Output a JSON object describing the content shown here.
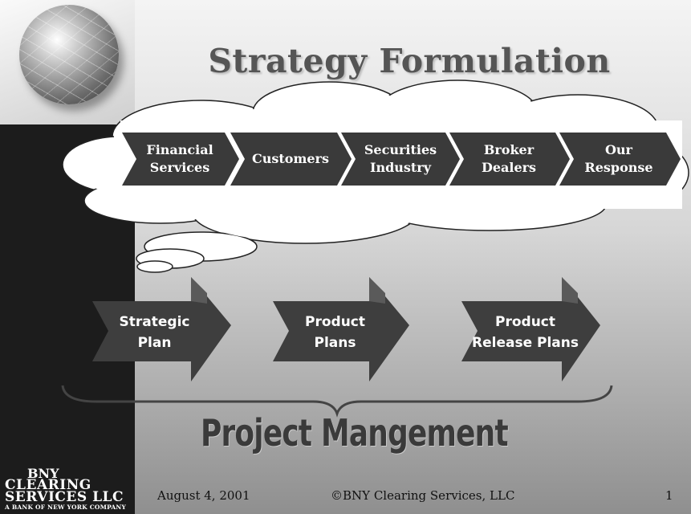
{
  "slide": {
    "title": "Strategy Formulation",
    "cloud_steps": [
      {
        "label": "Financial\nServices"
      },
      {
        "label": "Customers"
      },
      {
        "label": "Securities\nIndustry"
      },
      {
        "label": "Broker\nDealers"
      },
      {
        "label": "Our\nResponse"
      }
    ],
    "plan_steps": [
      {
        "label": "Strategic\nPlan"
      },
      {
        "label": "Product\nPlans"
      },
      {
        "label": "Product\nRelease Plans"
      }
    ],
    "bracket_label": "Project Mangement",
    "company": {
      "line1": "BNY",
      "line2": "CLEARING",
      "line3": "SERVICES LLC",
      "line4": "A BANK OF NEW YORK COMPANY"
    },
    "footer": {
      "date": "August 4, 2001",
      "copyright": "©BNY Clearing Services, LLC",
      "page_number": "1"
    }
  },
  "colors": {
    "chevron_dark": "#3a3a3a",
    "sidebar": "#1c1c1c",
    "title": "#555555"
  },
  "icons": {
    "logo": "globe-icon"
  }
}
